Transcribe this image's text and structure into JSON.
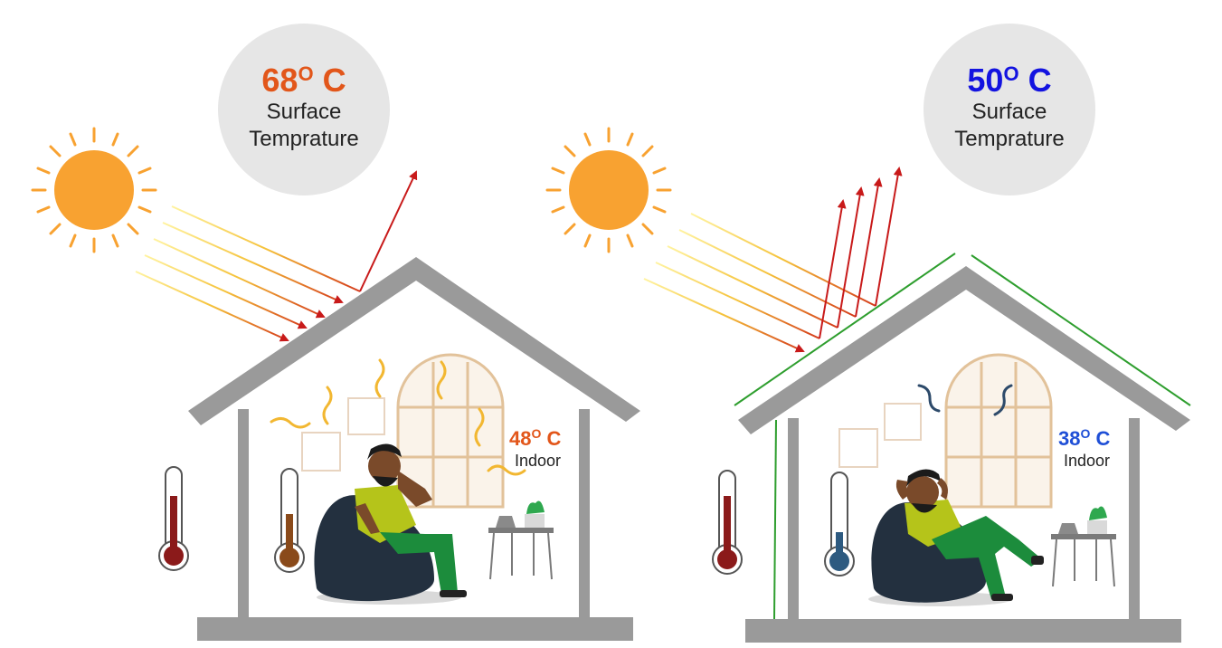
{
  "colors": {
    "hot": "#e2561a",
    "cool_surface": "#1313e0",
    "cool_indoor": "#1f4fd6",
    "roof_green": "#2e9e2e",
    "sun": "#f8a231",
    "house": "#9a9a9a"
  },
  "left": {
    "surface": {
      "value": "68",
      "degree": "O",
      "unit": "C",
      "label_line1": "Surface",
      "label_line2": "Temprature"
    },
    "indoor": {
      "value": "48",
      "degree": "O",
      "unit": "C",
      "label": "Indoor"
    }
  },
  "right": {
    "surface": {
      "value": "50",
      "degree": "O",
      "unit": "C",
      "label_line1": "Surface",
      "label_line2": "Temprature"
    },
    "indoor": {
      "value": "38",
      "degree": "O",
      "unit": "C",
      "label": "Indoor"
    }
  }
}
